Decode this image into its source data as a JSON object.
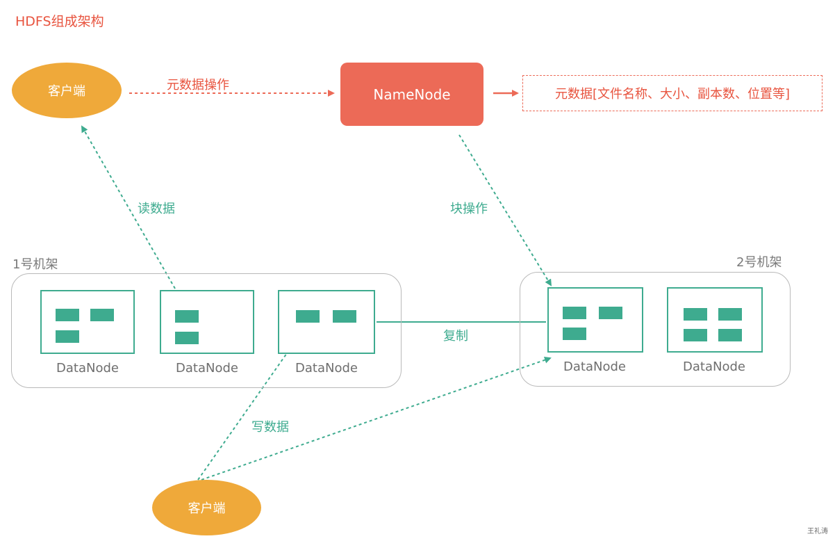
{
  "title": "HDFS组成架构",
  "client_top": "客户端",
  "client_bottom": "客户端",
  "namenode": "NameNode",
  "metadata_box": "元数据[文件名称、大小、副本数、位置等]",
  "edge_labels": {
    "metadata_op": "元数据操作",
    "read": "读数据",
    "block_op": "块操作",
    "replicate": "复制",
    "write": "写数据"
  },
  "rack1": {
    "label": "1号机架",
    "nodes": [
      "DataNode",
      "DataNode",
      "DataNode"
    ]
  },
  "rack2": {
    "label": "2号机架",
    "nodes": [
      "DataNode",
      "DataNode"
    ]
  },
  "watermark": "王礼涛",
  "colors": {
    "red": "#e8543f",
    "green": "#3eab8f",
    "orange": "#efa93a",
    "gray": "#b9b9b9"
  }
}
